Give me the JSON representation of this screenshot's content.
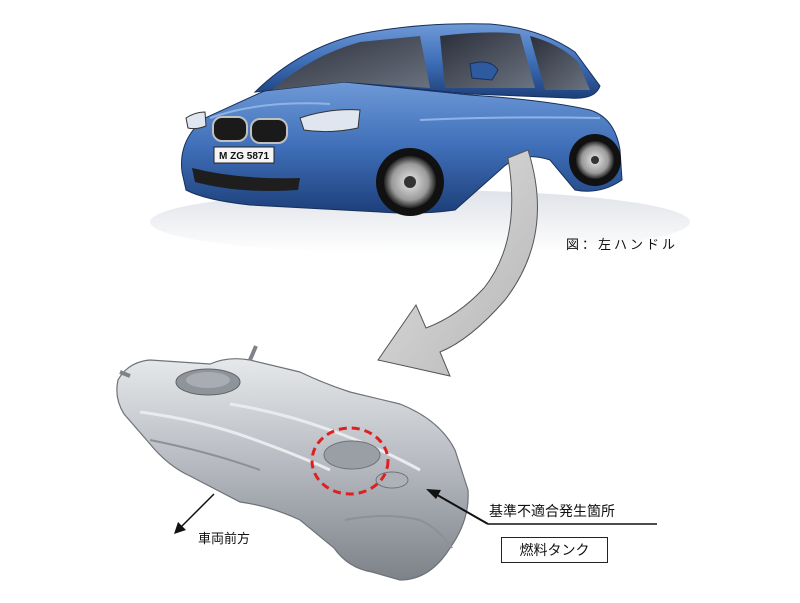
{
  "caption": "図：左ハンドル",
  "license_plate": "M ZG 5871",
  "defect_location_label": "基準不適合発生箇所",
  "vehicle_front_label": "車両前方",
  "tank_label": "燃料タンク",
  "colors": {
    "car_body": "#3f6fb8",
    "car_body_dark": "#1d3f7a",
    "tank_metal": "#b8bcc2",
    "highlight_circle": "#e02020",
    "arrow_fill": "#c8c8c8"
  }
}
